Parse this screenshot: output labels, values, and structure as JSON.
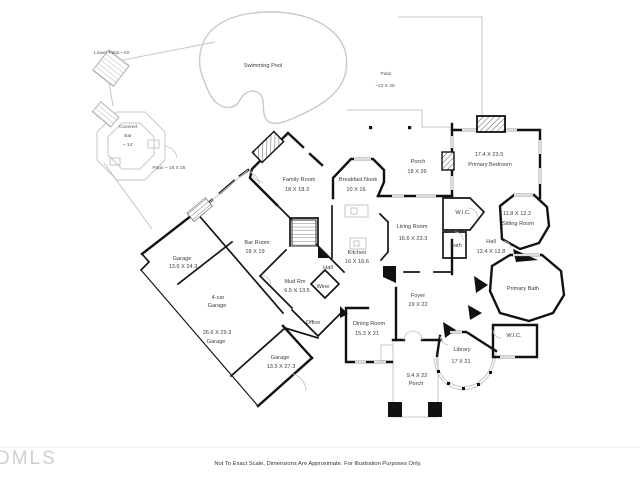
{
  "page": {
    "watermark": "DMLS",
    "footer_disclaimer": "Not To Exact Scale, Dimensions Are Approximate. For Illustration Purposes Only."
  },
  "floor_plan": {
    "labels": [
      {
        "id": "lower-patio",
        "lines": [
          "Lower Patio ~14'"
        ]
      },
      {
        "id": "swimming-pool",
        "lines": [
          "Swimming Pool"
        ]
      },
      {
        "id": "covered-bar",
        "lines": [
          "Covered",
          "Bar",
          "~ 14'"
        ]
      },
      {
        "id": "patio-left",
        "lines": [
          "Patio ~ 16 X 25"
        ]
      },
      {
        "id": "patio-top",
        "lines": [
          "Patio",
          "~23 X 28"
        ]
      },
      {
        "id": "family-room",
        "lines": [
          "Family Room",
          "18 X 18.3"
        ]
      },
      {
        "id": "breakfast-nook",
        "lines": [
          "Breakfast Nook",
          "10 X 16"
        ]
      },
      {
        "id": "porch-top",
        "lines": [
          "Porch",
          "18 X 26"
        ]
      },
      {
        "id": "primary-bedroom",
        "lines": [
          "17.4 X 23.5",
          "Primary Bedroom"
        ]
      },
      {
        "id": "wic-upper",
        "lines": [
          "W.I.C."
        ]
      },
      {
        "id": "sitting-room",
        "lines": [
          "11.8 X 12.2",
          "Sitting Room"
        ]
      },
      {
        "id": "bath",
        "lines": [
          "Bath"
        ]
      },
      {
        "id": "hall-right",
        "lines": [
          "Hall",
          "12.4 X 12.8"
        ]
      },
      {
        "id": "primary-bath",
        "lines": [
          "Primary Bath"
        ]
      },
      {
        "id": "wic-lower",
        "lines": [
          "W.I.C."
        ]
      },
      {
        "id": "library",
        "lines": [
          "Library",
          "17 X 21"
        ]
      },
      {
        "id": "foyer",
        "lines": [
          "Foyer",
          "19 X 22"
        ]
      },
      {
        "id": "dining-room",
        "lines": [
          "Dining Room",
          "15.3 X 21"
        ]
      },
      {
        "id": "porch-bottom",
        "lines": [
          "9.4 X 22",
          "Porch"
        ]
      },
      {
        "id": "living-room",
        "lines": [
          "Living Room",
          "16.6 X 23.3"
        ]
      },
      {
        "id": "kitchen",
        "lines": [
          "Kitchen",
          "16 X 16.6"
        ]
      },
      {
        "id": "hall-center",
        "lines": [
          "Hall"
        ]
      },
      {
        "id": "mud-room",
        "lines": [
          "Mud Rm",
          "6.5 X 13.5"
        ]
      },
      {
        "id": "wine",
        "lines": [
          "Wine"
        ]
      },
      {
        "id": "office",
        "lines": [
          "Office"
        ]
      },
      {
        "id": "bar-room",
        "lines": [
          "Bar Room",
          "18 X 19"
        ]
      },
      {
        "id": "garage-1",
        "lines": [
          "Garage",
          "13.6 X 24.3"
        ]
      },
      {
        "id": "garage-4car",
        "lines": [
          "4-car",
          "Garage"
        ]
      },
      {
        "id": "garage-main",
        "lines": [
          "26.6 X 29.3",
          "Garage"
        ]
      },
      {
        "id": "garage-3",
        "lines": [
          "Garage",
          "13.5 X 27.3"
        ]
      }
    ]
  }
}
